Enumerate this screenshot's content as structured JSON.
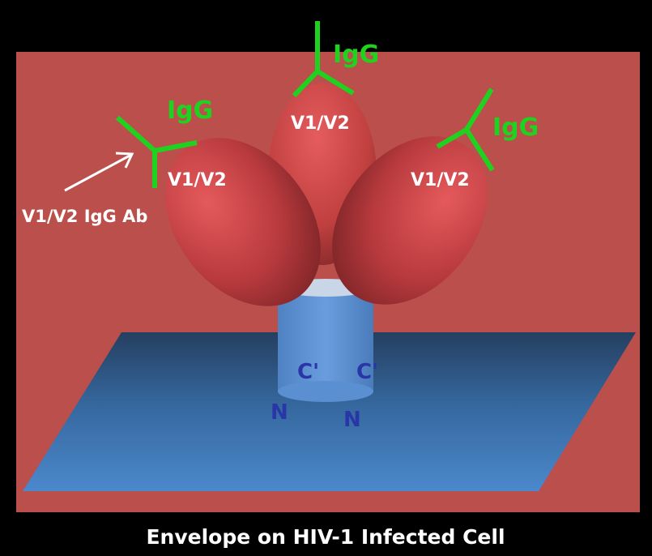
{
  "caption": "Envelope on HIV-1 Infected Cell",
  "labels": {
    "v1v2_left": "V1/V2",
    "v1v2_center": "V1/V2",
    "v1v2_right": "V1/V2",
    "igg_left": "IgG",
    "igg_center": "IgG",
    "igg_right": "IgG",
    "antibody_pointer": "V1/V2 IgG Ab",
    "c_terminus_left": "C'",
    "c_terminus_right": "C'",
    "n_terminus_left": "N",
    "n_terminus_right": "N"
  },
  "colors": {
    "background": "#000000",
    "panel": "#bb4f4c",
    "membrane": "#3d74b3",
    "lobe": "#c94446",
    "stalk": "#5a8fd1",
    "antibody": "#1fd21f",
    "terminus_text": "#2a35a8"
  }
}
